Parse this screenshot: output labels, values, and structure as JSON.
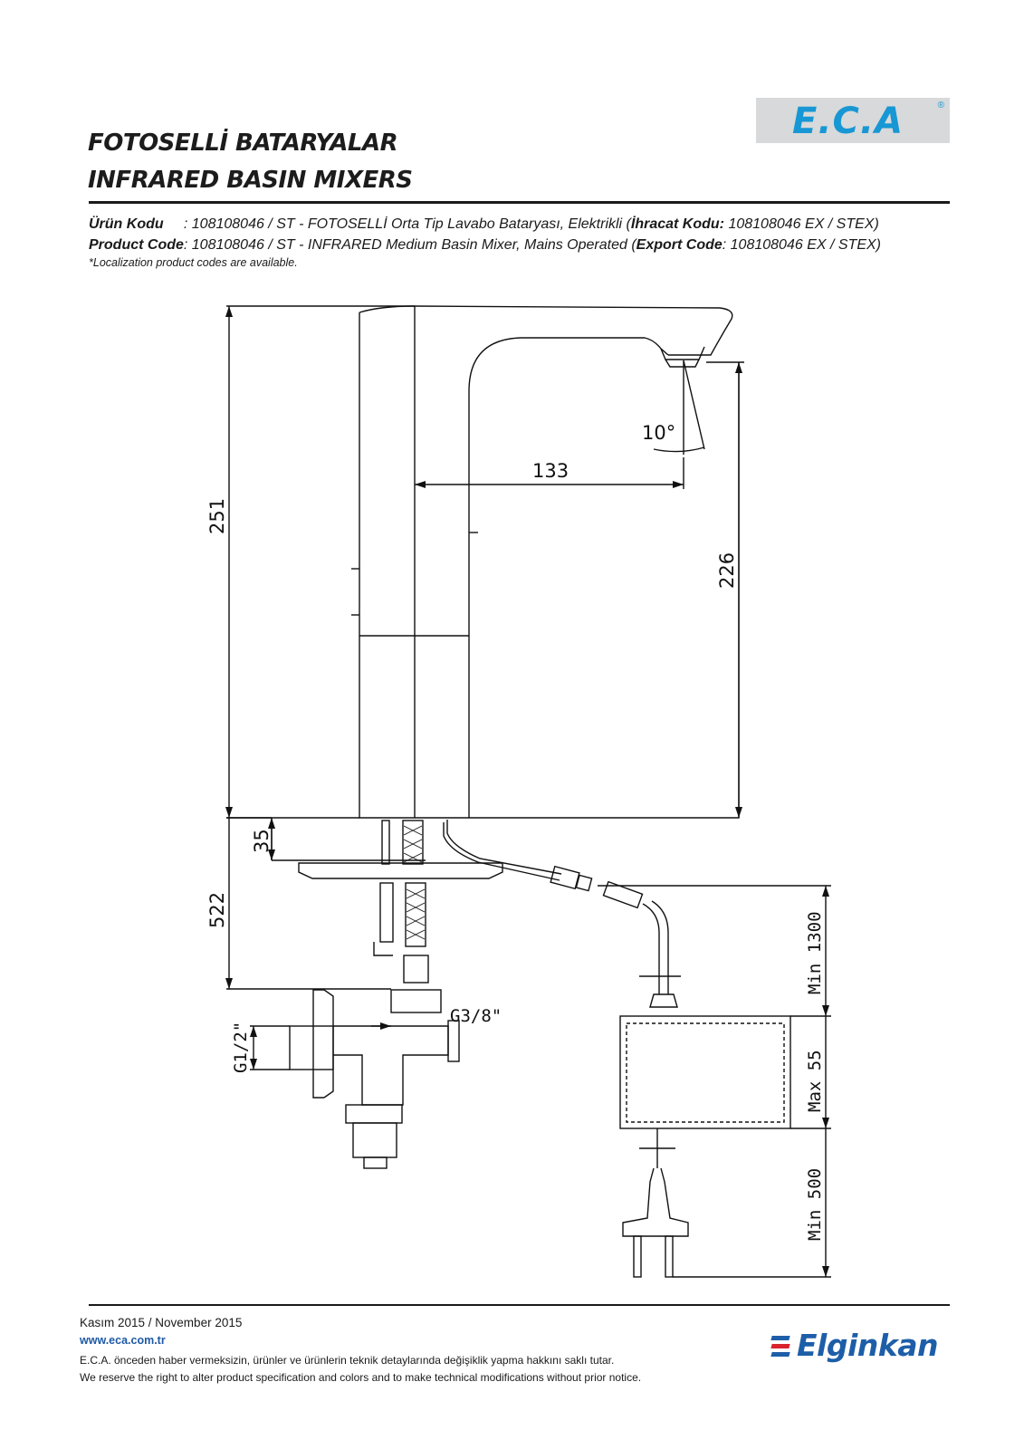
{
  "header": {
    "title_tr": "FOTOSELLİ BATARYALAR",
    "title_en": "INFRARED BASIN MIXERS",
    "logo_text": "E.C.A",
    "logo_reg": "®"
  },
  "codes": {
    "tr_label": "Ürün Kodu",
    "tr_text": "     : 108108046 / ST - FOTOSELLİ Orta Tip Lavabo Bataryası, Elektrikli (",
    "tr_export_label": "İhracat Kodu:",
    "tr_export_value": " 108108046 EX / STEX)",
    "en_label": "Product Code",
    "en_text": ": 108108046 / ST - INFRARED Medium Basin Mixer, Mains Operated (",
    "en_export_label": "Export Code",
    "en_export_value": ": 108108046 EX / STEX)",
    "note": "*Localization product codes are available."
  },
  "drawing": {
    "dim_251": "251",
    "dim_133": "133",
    "dim_226": "226",
    "angle": "10°",
    "dim_35": "35",
    "dim_522": "522",
    "g38": "G3/8\"",
    "g12": "G1/2\"",
    "min1300": "Min 1300",
    "max55": "Max 55",
    "min500": "Min 500"
  },
  "footer": {
    "date": "Kasım 2015 / November 2015",
    "website": "www.eca.com.tr",
    "disclaimer_tr": "E.C.A. önceden haber vermeksizin, ürünler ve ürünlerin teknik detaylarında değişiklik yapma hakkını saklı tutar.",
    "disclaimer_en": "We reserve the right to alter product specification and colors and to make technical modifications without prior notice.",
    "brand": "Elginkan",
    "brand_colors": [
      "#1d5ea8",
      "#d9232d",
      "#1d5ea8"
    ]
  }
}
